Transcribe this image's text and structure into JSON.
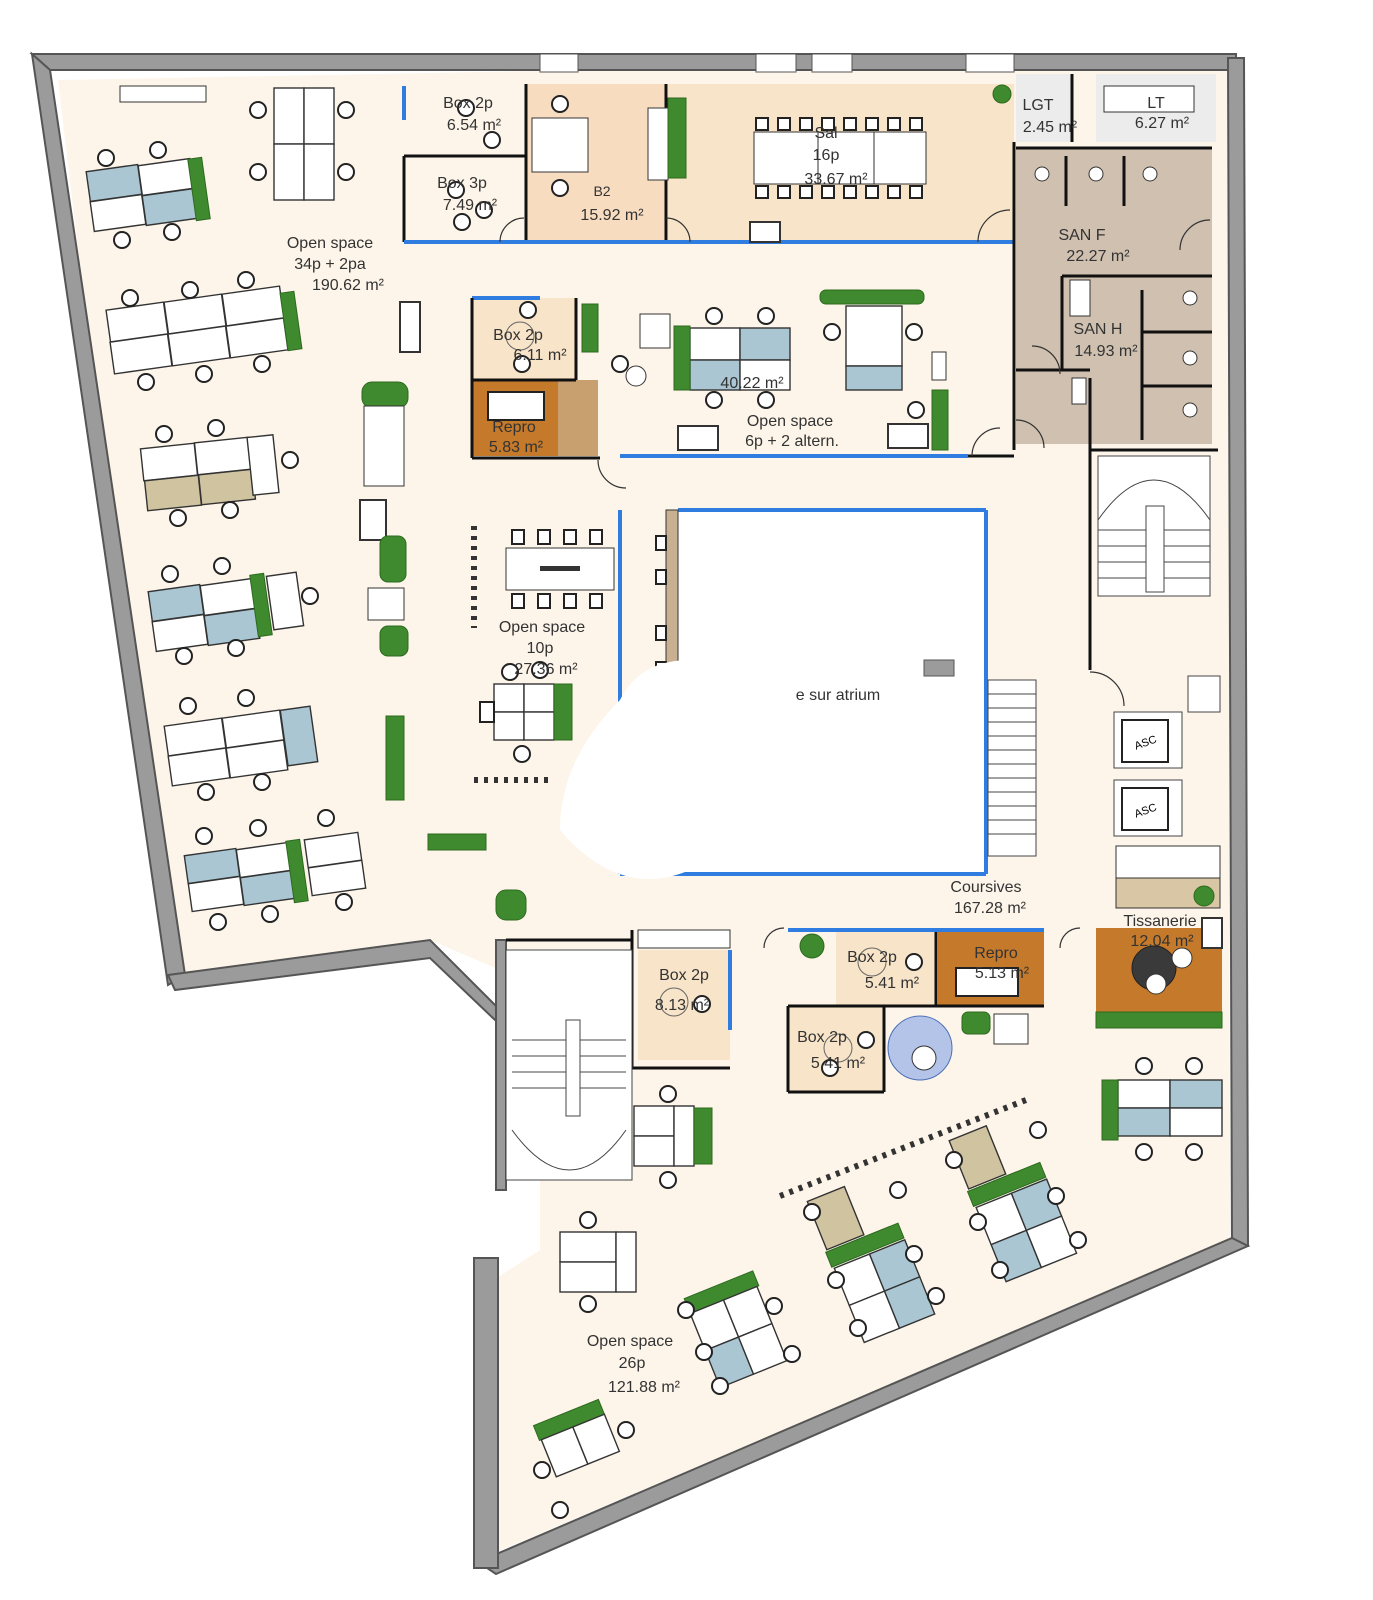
{
  "plan": {
    "atrium_label": "e sur atrium",
    "colors": {
      "floor": "#fdf5ea",
      "wall": "#9b9b9b",
      "glass": "#2f7de1",
      "wc": "#cfc0b0",
      "repro": "#c47a2a",
      "box": "#f8e4c8",
      "plant": "#3f8a2e",
      "desk_blue": "#a9c6d2"
    },
    "rooms": [
      {
        "id": "open-space-west",
        "lines": [
          "Open space",
          "34p + 2pa",
          "190.62 m²"
        ]
      },
      {
        "id": "box-1",
        "lines": [
          "Box 2p",
          "6.54 m²"
        ]
      },
      {
        "id": "box-2",
        "lines": [
          "Box 3p",
          "7.49 m²"
        ]
      },
      {
        "id": "b2",
        "lines": [
          "B2",
          "15.92 m²"
        ]
      },
      {
        "id": "salle",
        "lines": [
          "Sal",
          "16p",
          "33.67 m²"
        ]
      },
      {
        "id": "lt-small",
        "lines": [
          "LGT",
          "2.45 m²"
        ]
      },
      {
        "id": "lt",
        "lines": [
          "LT",
          "6.27 m²"
        ]
      },
      {
        "id": "san-f",
        "lines": [
          "SAN F",
          "22.27 m²"
        ]
      },
      {
        "id": "san-h",
        "lines": [
          "SAN H",
          "14.93 m²"
        ]
      },
      {
        "id": "box-3",
        "lines": [
          "Box 2p",
          "6.11 m²"
        ]
      },
      {
        "id": "repro-1",
        "lines": [
          "Repro",
          "5.83 m²"
        ]
      },
      {
        "id": "open-space-north",
        "lines": [
          "40.22 m²",
          "Open space",
          "6p + 2 altern."
        ]
      },
      {
        "id": "open-space-10p",
        "lines": [
          "Open space",
          "10p",
          "27.36 m²"
        ]
      },
      {
        "id": "coursives",
        "lines": [
          "Coursives",
          "167.28 m²"
        ]
      },
      {
        "id": "tissanerie",
        "lines": [
          "Tissanerie",
          "12.04 m²"
        ]
      },
      {
        "id": "box-4",
        "lines": [
          "Box 2p",
          "8.13 m²"
        ]
      },
      {
        "id": "box-5",
        "lines": [
          "Box 2p",
          "5.41 m²"
        ]
      },
      {
        "id": "repro-2",
        "lines": [
          "Repro",
          "5.13 m²"
        ]
      },
      {
        "id": "box-6",
        "lines": [
          "Box 2p",
          "5.41 m²"
        ]
      },
      {
        "id": "open-space-south",
        "lines": [
          "Open space",
          "26p",
          "121.88 m²"
        ]
      }
    ],
    "elevators": [
      "ASC",
      "ASC"
    ]
  }
}
